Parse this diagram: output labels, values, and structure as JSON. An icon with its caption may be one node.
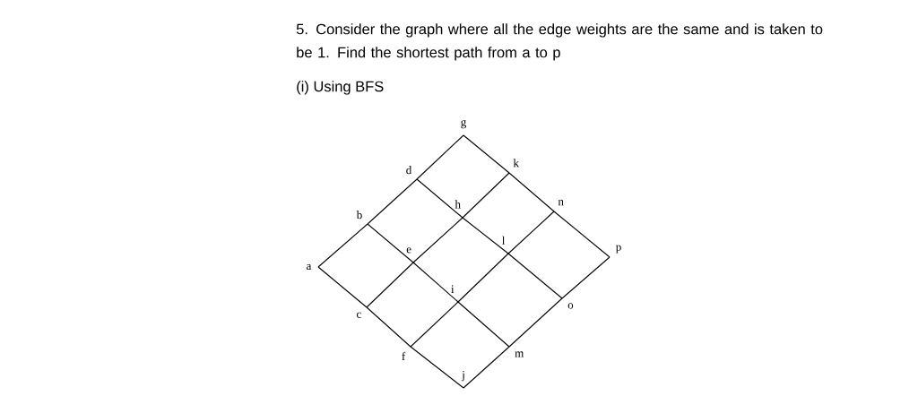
{
  "diagram": {
    "title": "5. Consider the graph where all the edge weights are the same and is taken to be 1. Find the shortest path from a to p",
    "nodes": [
      {
        "text": [
          "a"
        ]
      },
      {
        "text": [
          "b"
        ]
      },
      {
        "text": [
          "c"
        ]
      },
      {
        "text": [
          "d"
        ]
      },
      {
        "text": [
          "e"
        ]
      },
      {
        "text": [
          "f"
        ]
      },
      {
        "text": [
          "g"
        ]
      },
      {
        "text": [
          "h"
        ]
      },
      {
        "text": [
          "i"
        ]
      },
      {
        "text": [
          "j"
        ]
      },
      {
        "text": [
          "k"
        ]
      },
      {
        "text": [
          "l"
        ]
      },
      {
        "text": [
          "m"
        ]
      },
      {
        "text": [
          "n"
        ]
      },
      {
        "text": [
          "o"
        ]
      },
      {
        "text": [
          "p"
        ]
      }
    ],
    "edges": [
      {
        "from": 0,
        "to": 1,
        "arrow": "none"
      },
      {
        "from": 1,
        "to": 3,
        "arrow": "none"
      },
      {
        "from": 3,
        "to": 6,
        "arrow": "none"
      },
      {
        "from": 2,
        "to": 4,
        "arrow": "none"
      },
      {
        "from": 4,
        "to": 7,
        "arrow": "none"
      },
      {
        "from": 7,
        "to": 10,
        "arrow": "none"
      },
      {
        "from": 5,
        "to": 8,
        "arrow": "none"
      },
      {
        "from": 8,
        "to": 11,
        "arrow": "none"
      },
      {
        "from": 11,
        "to": 13,
        "arrow": "none"
      },
      {
        "from": 9,
        "to": 12,
        "arrow": "none"
      },
      {
        "from": 12,
        "to": 14,
        "arrow": "none"
      },
      {
        "from": 14,
        "to": 15,
        "arrow": "none"
      },
      {
        "from": 0,
        "to": 2,
        "arrow": "none"
      },
      {
        "from": 2,
        "to": 5,
        "arrow": "none"
      },
      {
        "from": 5,
        "to": 9,
        "arrow": "none"
      },
      {
        "from": 1,
        "to": 4,
        "arrow": "none"
      },
      {
        "from": 4,
        "to": 8,
        "arrow": "none"
      },
      {
        "from": 8,
        "to": 12,
        "arrow": "none"
      },
      {
        "from": 3,
        "to": 7,
        "arrow": "none"
      },
      {
        "from": 7,
        "to": 11,
        "arrow": "none"
      },
      {
        "from": 11,
        "to": 14,
        "arrow": "none"
      },
      {
        "from": 6,
        "to": 10,
        "arrow": "none"
      },
      {
        "from": 10,
        "to": 13,
        "arrow": "none"
      },
      {
        "from": 13,
        "to": 15,
        "arrow": "none"
      }
    ],
    "labels": [
      "(i) Using BFS"
    ]
  }
}
